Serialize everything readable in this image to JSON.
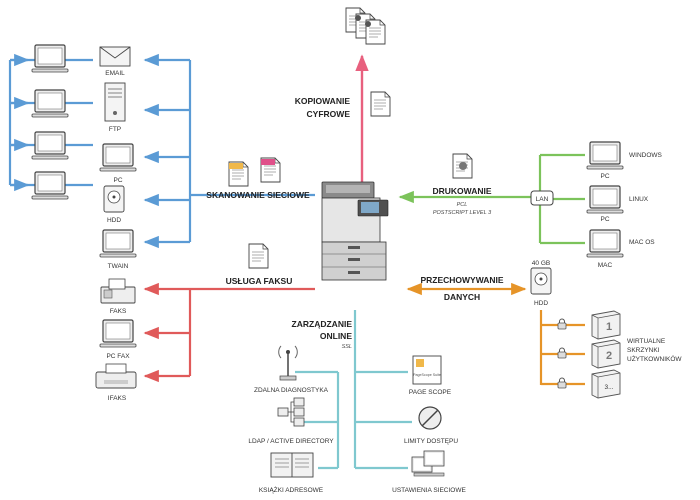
{
  "center": {
    "copy_title_1": "KOPIOWANIE",
    "copy_title_2": "CYFROWE",
    "scan_title": "SKANOWANIE SIECIOWE",
    "fax_title": "USŁUGA FAKSU",
    "print_title": "DRUKOWANIE",
    "print_sub_1": "PCL",
    "print_sub_2": "POSTSCRIPT LEVEL 3",
    "storage_title_1": "PRZECHOWYWANIE",
    "storage_title_2": "DANYCH",
    "mgmt_title_1": "ZARZĄDZANIE",
    "mgmt_title_2": "ONLINE",
    "mgmt_sub": "SSL"
  },
  "scan_targets": {
    "email": "EMAIL",
    "ftp": "FTP",
    "pc": "PC",
    "hdd": "HDD",
    "twain": "TWAIN"
  },
  "fax_targets": {
    "faks": "FAKS",
    "pc_fax": "PC FAX",
    "ifaks": "IFAKS"
  },
  "print_clients": {
    "windows": "WINDOWS",
    "linux": "LINUX",
    "macos": "MAC OS",
    "pc1": "PC",
    "pc2": "PC",
    "mac": "MAC",
    "lan": "LAN"
  },
  "storage": {
    "capacity": "40 GB",
    "hdd": "HDD",
    "box1": "1",
    "box2": "2",
    "box3": "3...",
    "boxes_1": "WIRTUALNE",
    "boxes_2": "SKRZYNKI",
    "boxes_3": "UŻYTKOWNIKÓW"
  },
  "management": {
    "remote": "ZDALNA DIAGNOSTYKA",
    "ldap": "LDAP / ACTIVE DIRECTORY",
    "address": "KSIĄŻKI ADRESOWE",
    "pagescope": "PAGE SCOPE",
    "limits": "LIMITY DOSTĘPU",
    "network": "USTAWIENIA SIECIOWE",
    "pagescope_logo": "PageScope Suite"
  },
  "colors": {
    "scan": "#5b9bd5",
    "fax": "#e05a5a",
    "print": "#7cc35b",
    "storage": "#e69428",
    "copy": "#e8607e",
    "mgmt": "#7fc8cf"
  }
}
